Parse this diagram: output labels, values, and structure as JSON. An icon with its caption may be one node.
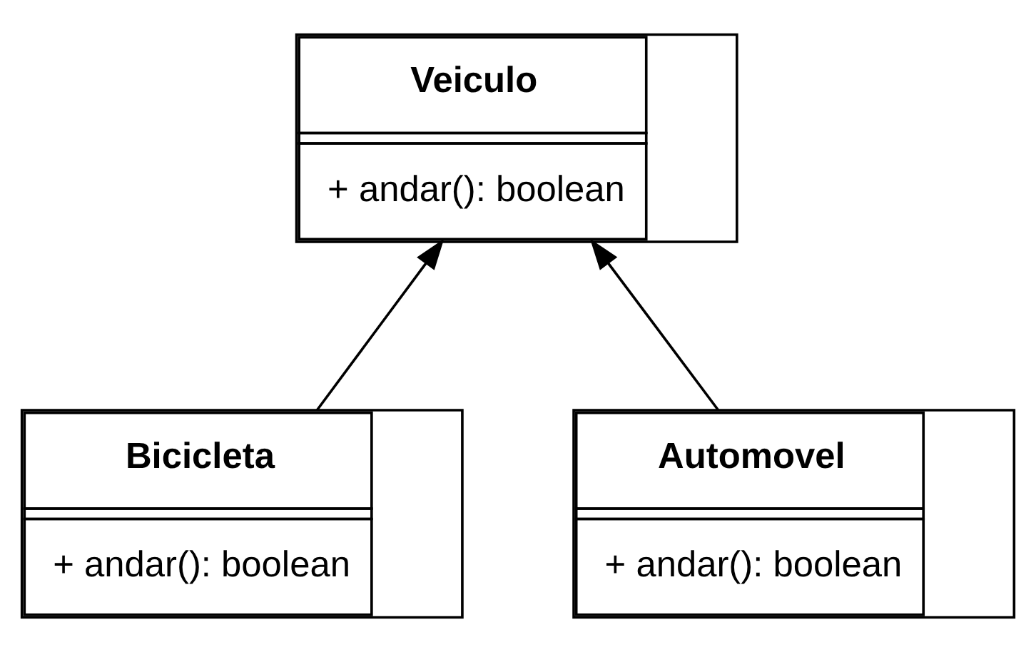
{
  "diagram": {
    "nodes": [
      {
        "text": [
          "Veiculo",
          "+ andar(): boolean"
        ]
      },
      {
        "text": [
          "Bicicleta",
          "+ andar(): boolean"
        ]
      },
      {
        "text": [
          "Automovel",
          "+ andar(): boolean"
        ]
      }
    ],
    "edges": [
      {
        "from": 1,
        "to": 0,
        "arrow": "to"
      },
      {
        "from": 2,
        "to": 0,
        "arrow": "to"
      }
    ]
  }
}
